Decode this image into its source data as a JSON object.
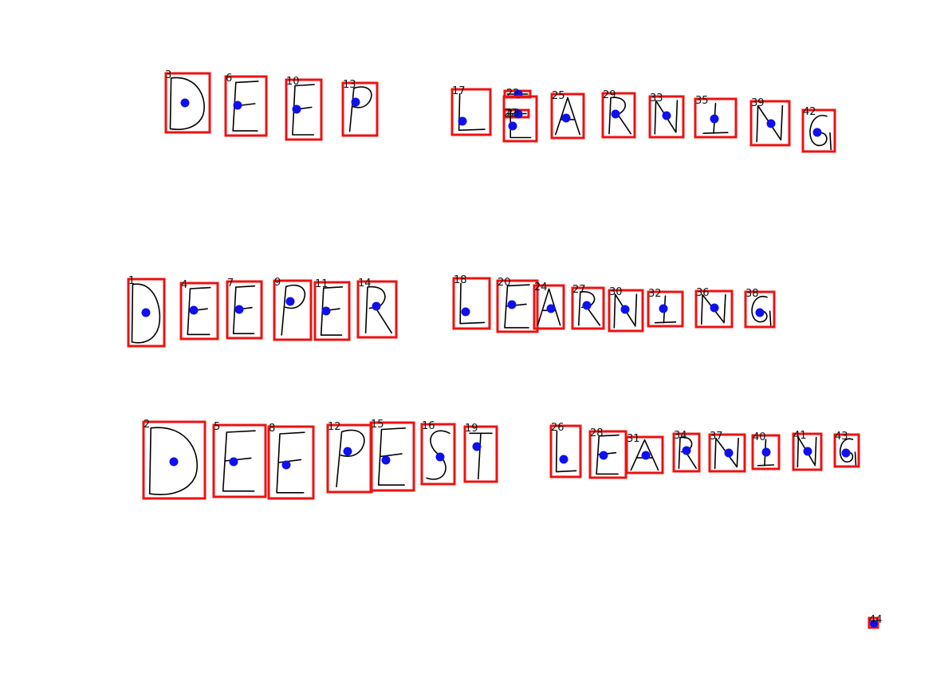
{
  "colors": {
    "box": "#ee1111",
    "centroid": "#1010ee",
    "stroke": "#000000",
    "label": "#111111"
  },
  "components": [
    {
      "id": "3",
      "glyph": "D"
    },
    {
      "id": "6",
      "glyph": "E"
    },
    {
      "id": "10",
      "glyph": "E"
    },
    {
      "id": "13",
      "glyph": "P"
    },
    {
      "id": "17",
      "glyph": "L"
    },
    {
      "id": "22",
      "glyph": "E-bar"
    },
    {
      "id": "23",
      "glyph": "E-bar"
    },
    {
      "id": "22",
      "glyph": "E-low"
    },
    {
      "id": "25",
      "glyph": "A"
    },
    {
      "id": "29",
      "glyph": "R"
    },
    {
      "id": "33",
      "glyph": "N"
    },
    {
      "id": "35",
      "glyph": "I"
    },
    {
      "id": "39",
      "glyph": "N"
    },
    {
      "id": "42",
      "glyph": "G"
    },
    {
      "id": "1",
      "glyph": "D"
    },
    {
      "id": "4",
      "glyph": "E"
    },
    {
      "id": "7",
      "glyph": "E"
    },
    {
      "id": "9",
      "glyph": "P"
    },
    {
      "id": "11",
      "glyph": "E"
    },
    {
      "id": "14",
      "glyph": "R"
    },
    {
      "id": "18",
      "glyph": "L"
    },
    {
      "id": "20",
      "glyph": "E"
    },
    {
      "id": "24",
      "glyph": "A"
    },
    {
      "id": "27",
      "glyph": "R"
    },
    {
      "id": "30",
      "glyph": "N"
    },
    {
      "id": "32",
      "glyph": "I"
    },
    {
      "id": "36",
      "glyph": "N"
    },
    {
      "id": "38",
      "glyph": "G"
    },
    {
      "id": "2",
      "glyph": "D"
    },
    {
      "id": "5",
      "glyph": "E"
    },
    {
      "id": "8",
      "glyph": "E"
    },
    {
      "id": "12",
      "glyph": "P"
    },
    {
      "id": "15",
      "glyph": "E"
    },
    {
      "id": "16",
      "glyph": "S"
    },
    {
      "id": "19",
      "glyph": "T"
    },
    {
      "id": "26",
      "glyph": "L"
    },
    {
      "id": "28",
      "glyph": "E"
    },
    {
      "id": "31",
      "glyph": "A"
    },
    {
      "id": "34",
      "glyph": "R"
    },
    {
      "id": "37",
      "glyph": "N"
    },
    {
      "id": "40",
      "glyph": "I"
    },
    {
      "id": "41",
      "glyph": "N"
    },
    {
      "id": "43",
      "glyph": "G"
    },
    {
      "id": "44",
      "glyph": "dot"
    }
  ]
}
